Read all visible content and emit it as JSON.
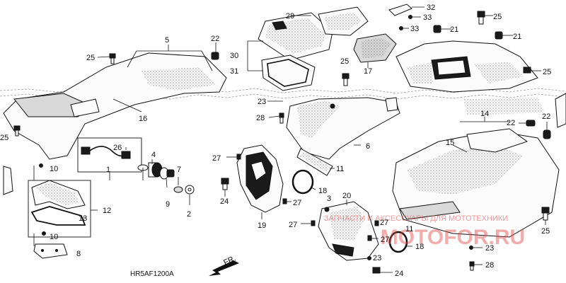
{
  "diagram": {
    "code": "HR5AF1200A",
    "direction_label": "FR.",
    "watermark": {
      "line": "ЗАПЧАСТИ И АКСЕССУАРЫ ДЛЯ МОТОТЕХНИКИ",
      "brand": "MOTOFOR.RU"
    },
    "callouts": [
      "1",
      "2",
      "3",
      "4",
      "5",
      "6",
      "7",
      "8",
      "9",
      "10",
      "11",
      "12",
      "13",
      "14",
      "15",
      "16",
      "17",
      "18",
      "19",
      "20",
      "21",
      "22",
      "23",
      "24",
      "25",
      "26",
      "27",
      "28",
      "29",
      "30",
      "31",
      "32",
      "33"
    ]
  }
}
